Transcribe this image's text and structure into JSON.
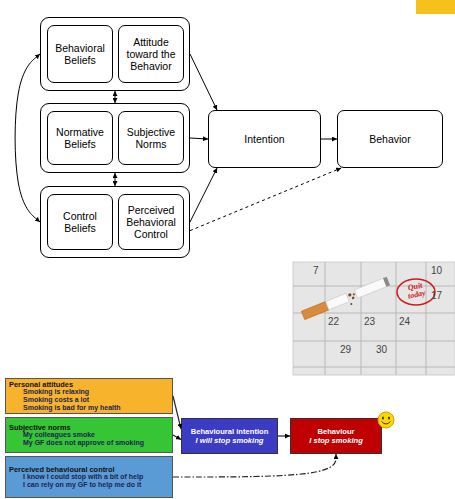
{
  "diagram": {
    "nodes": [
      {
        "text": []
      },
      {
        "text": [
          "Behavioral Beliefs"
        ],
        "in": 0
      },
      {
        "text": [
          "Attitude toward the Behavior"
        ],
        "in": 0
      },
      {
        "text": []
      },
      {
        "text": [
          "Normative Beliefs"
        ],
        "in": 3
      },
      {
        "text": [
          "Subjective Norms"
        ],
        "in": 3
      },
      {
        "text": []
      },
      {
        "text": [
          "Control Beliefs"
        ],
        "in": 6
      },
      {
        "text": [
          "Perceived Behavioral Control"
        ],
        "in": 6
      },
      {
        "text": [
          "Intention"
        ]
      },
      {
        "text": [
          "Behavior"
        ]
      },
      {
        "text": [
          "Personal attitudes",
          "Smoking is relaxing",
          "Smoking costs a lot",
          "Smoking is bad for my health"
        ]
      },
      {
        "text": [
          "Subjective norms",
          "My colleagues smoke",
          "My GF does not approve of smoking"
        ]
      },
      {
        "text": [
          "Perceived behavioural control",
          "I know I could stop with a bit of help",
          "I can rely on my GF to help me do it"
        ]
      },
      {
        "text": [
          "Behavioural intention",
          "I will stop smoking"
        ]
      },
      {
        "text": [
          "Behaviour",
          "I stop smoking"
        ]
      }
    ],
    "edges": [
      {
        "from": 0,
        "to": 6,
        "arrow": "both"
      },
      {
        "from": 0,
        "to": 3,
        "arrow": "both"
      },
      {
        "from": 3,
        "to": 6,
        "arrow": "both"
      },
      {
        "from": 0,
        "to": 9,
        "arrow": "to"
      },
      {
        "from": 3,
        "to": 9,
        "arrow": "to"
      },
      {
        "from": 6,
        "to": 9,
        "arrow": "to"
      },
      {
        "from": 9,
        "to": 10,
        "arrow": "to"
      },
      {
        "from": 6,
        "to": 10,
        "arrow": "to"
      },
      {
        "from": 11,
        "to": 14,
        "arrow": "to"
      },
      {
        "from": 12,
        "to": 14,
        "arrow": "to"
      },
      {
        "from": 14,
        "to": 15,
        "arrow": "to"
      },
      {
        "from": 13,
        "to": 15,
        "arrow": "to"
      }
    ],
    "labels": [
      "Quit today",
      "7",
      "10",
      "17",
      "22",
      "23",
      "24",
      "29",
      "30"
    ]
  }
}
